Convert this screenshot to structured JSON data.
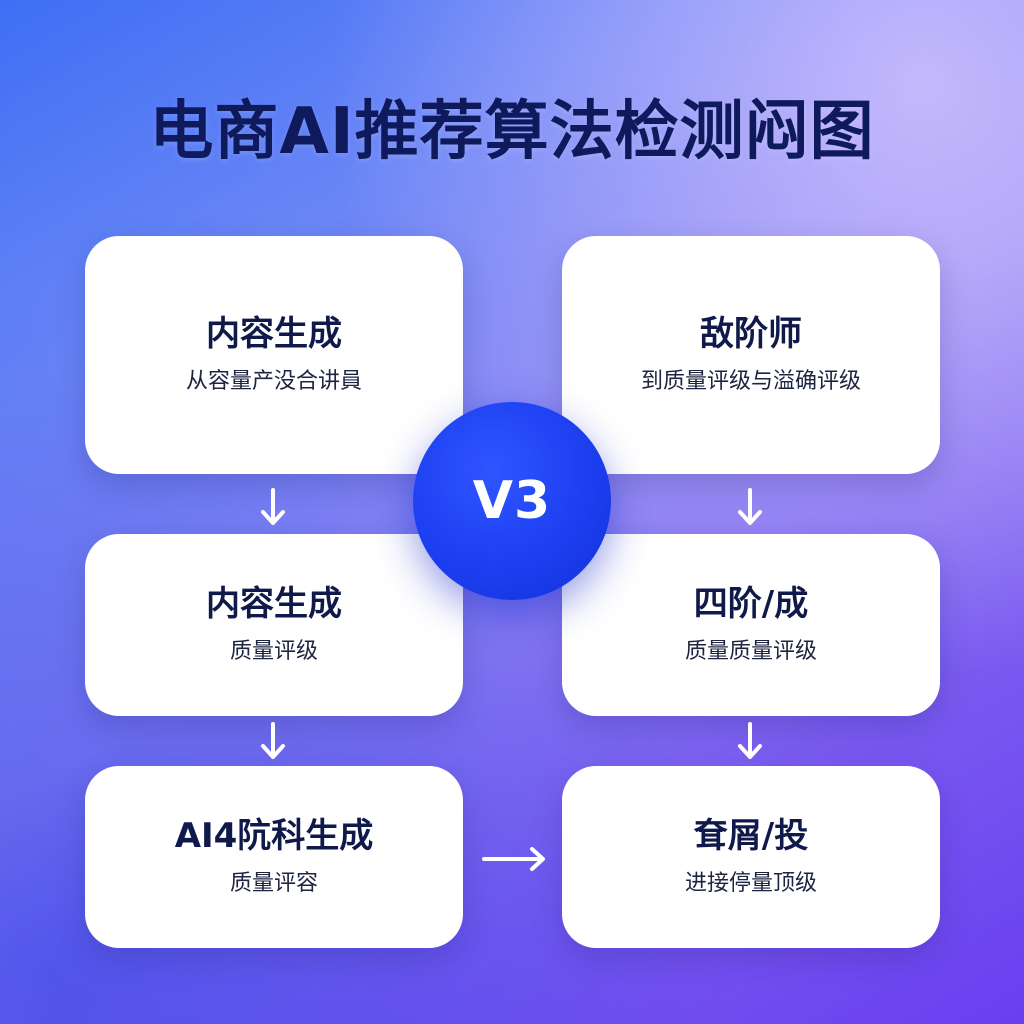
{
  "title": "电商AI推荐算法检测闷图",
  "center_badge": "V3",
  "cards": [
    {
      "heading": "内容生成",
      "sub": "从容量产没合讲員"
    },
    {
      "heading": "敌阶师",
      "sub": "到质量评级与溢确评级"
    },
    {
      "heading": "内容生成",
      "sub": "质量评级"
    },
    {
      "heading": "四阶/成",
      "sub": "质量质量评级"
    },
    {
      "heading": "AI4阬科生成",
      "sub": "质量评容"
    },
    {
      "heading": "耷屑/投",
      "sub": "进接停量顶级"
    }
  ],
  "colors": {
    "title": "#0f1a5c",
    "card_background": "#ffffff",
    "badge": "#1c3ff0",
    "arrow": "#ffffff"
  },
  "icons": [
    "arrow-down-icon",
    "arrow-right-icon"
  ]
}
